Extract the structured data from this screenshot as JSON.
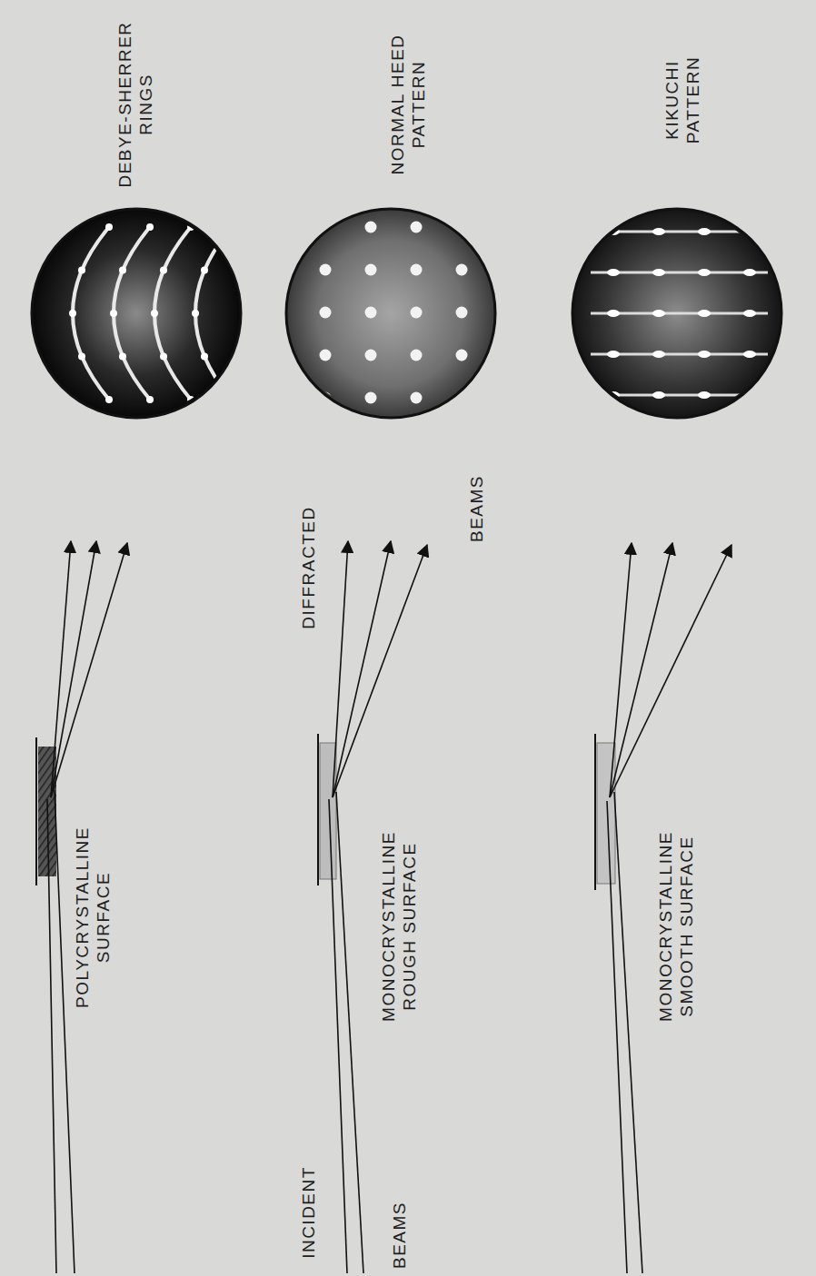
{
  "diagram": {
    "labels": [
      "DEBYE-SHERRER RINGS",
      "NORMAL HEED PATTERN",
      "KIKUCHI PATTERN",
      "DIFFRACTED",
      "BEAMS",
      "POLYCRYSTALLINE SURFACE",
      "MONOCRYSTALLINE ROUGH SURFACE",
      "MONOCRYSTALLINE SMOOTH SURFACE",
      "INCIDENT",
      "BEAMS"
    ]
  }
}
